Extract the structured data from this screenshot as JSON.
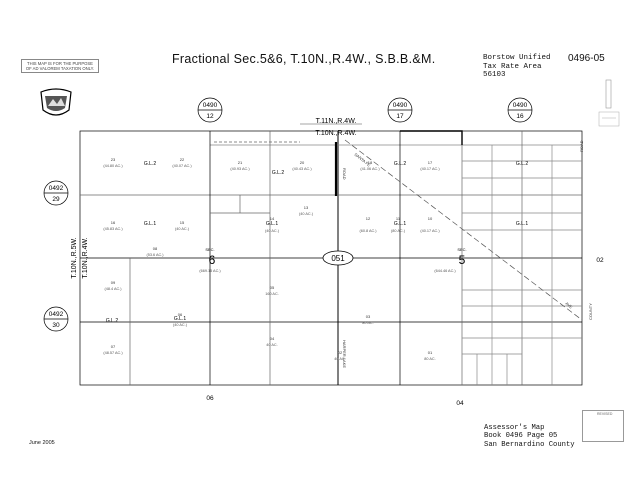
{
  "header": {
    "title": "Fractional Sec.5&6, T.10N.,R.4W., S.B.B.&M.",
    "notice_line1": "THIS MAP IS FOR THE PURPOSE",
    "notice_line2": "OF AD VALOREM TAXATION ONLY.",
    "district_line1": "Borstow Unified",
    "district_line2": "Tax Rate Area",
    "district_line3": "56103",
    "map_number": "0496-05"
  },
  "map": {
    "book_badge": "051",
    "sections": [
      {
        "prefix": "SEC.",
        "number": "6"
      },
      {
        "prefix": "SEC.",
        "number": "5"
      }
    ],
    "township_top_1": "T.11N.,R.4W.",
    "township_top_2": "T.10N.,R.4W.",
    "township_left_1": "T.10N.,R.5W.",
    "township_left_2": "T.10N.,R.4W.",
    "roads": {
      "santa_fe": "SANTA FE",
      "road_left": "ROAD",
      "road_right": "ROAD",
      "harper_lake": "HARPER LAKE",
      "county": "COUNTY",
      "ave": "AVE"
    },
    "gov_lots": [
      "G.L.2",
      "G.L.2",
      "G.L.2",
      "G.L.1",
      "G.L.1",
      "G.L.1",
      "G.L.1",
      "G.L.2",
      "G.L.1"
    ],
    "adjacent_pages": [
      {
        "book": "0490",
        "page": "12"
      },
      {
        "book": "0490",
        "page": "17"
      },
      {
        "book": "0490",
        "page": "16"
      },
      {
        "book": "0492",
        "page": "29"
      },
      {
        "book": "0492",
        "page": "30"
      }
    ],
    "edge_pages": [
      "06",
      "04",
      "02"
    ],
    "parcel_labels": [
      {
        "num": "23",
        "area": "(44.80 AC.)"
      },
      {
        "num": "22",
        "area": "(40.07 AC.)"
      },
      {
        "num": "21",
        "area": "(40.93 AC.)"
      },
      {
        "num": "20",
        "area": "(40.43 AC.)"
      },
      {
        "num": "18",
        "area": "(41.06 AC.)"
      },
      {
        "num": "17",
        "area": "(40.17 AC.)"
      },
      {
        "num": "16",
        "area": "(45.83 AC.)"
      },
      {
        "num": "15",
        "area": "(40 AC.)"
      },
      {
        "num": "14",
        "area": "(40 AC.)"
      },
      {
        "num": "13",
        "area": "(40 AC.)"
      },
      {
        "num": "12",
        "area": "(60.8 AC.)"
      },
      {
        "num": "11",
        "area": "(80 AC.)"
      },
      {
        "num": "10",
        "area": "(40.17 AC.)"
      },
      {
        "num": "09",
        "area": "(48.4 AC.)"
      },
      {
        "num": "08",
        "area": "(53.6 AC.)"
      },
      {
        "num": "07",
        "area": "(48.57 AC.)"
      },
      {
        "num": "06",
        "area": "(40 AC.)"
      },
      {
        "num": "05",
        "area": "160 AC."
      },
      {
        "num": "04",
        "area": "40 AC."
      },
      {
        "num": "03",
        "area": "80 AC."
      },
      {
        "num": "02",
        "area": "40 AC."
      },
      {
        "num": "01",
        "area": "80 AC."
      }
    ],
    "section_areas": [
      "(669.15 AC.)",
      "(644.46 AC.)"
    ]
  },
  "footer": {
    "line1": "Assessor's Map",
    "line2": "Book 0496 Page 05",
    "line3": "San Bernardino County",
    "date": "June 2005",
    "revised_label": "REVISED"
  }
}
